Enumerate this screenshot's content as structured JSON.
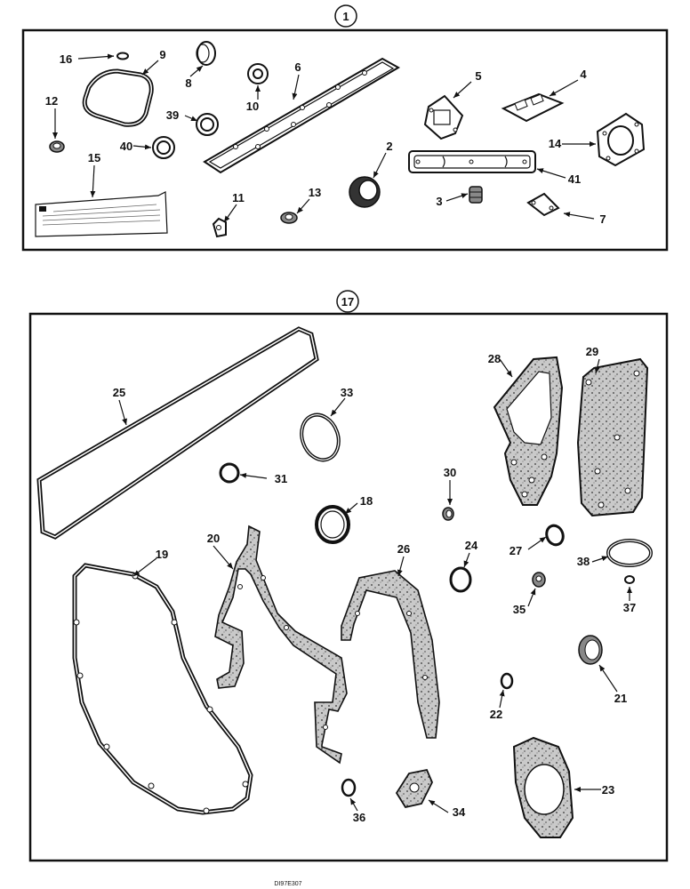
{
  "header_fragment": "",
  "group_1": {
    "label": "1"
  },
  "group_17": {
    "label": "17"
  },
  "reference_code": "DI97E307",
  "callouts": {
    "c16": "16",
    "c9": "9",
    "c8": "8",
    "c6": "6",
    "c10": "10",
    "c5": "5",
    "c4": "4",
    "c12": "12",
    "c39": "39",
    "c40": "40",
    "c2": "2",
    "c14": "14",
    "c15": "15",
    "c41": "41",
    "c13": "13",
    "c11": "11",
    "c3": "3",
    "c7": "7",
    "c25": "25",
    "c33": "33",
    "c28": "28",
    "c29": "29",
    "c31": "31",
    "c30": "30",
    "c18": "18",
    "c20": "20",
    "c19": "19",
    "c26": "26",
    "c24": "24",
    "c27": "27",
    "c38": "38",
    "c35": "35",
    "c37": "37",
    "c21": "21",
    "c22": "22",
    "c23": "23",
    "c36": "36",
    "c34": "34"
  }
}
